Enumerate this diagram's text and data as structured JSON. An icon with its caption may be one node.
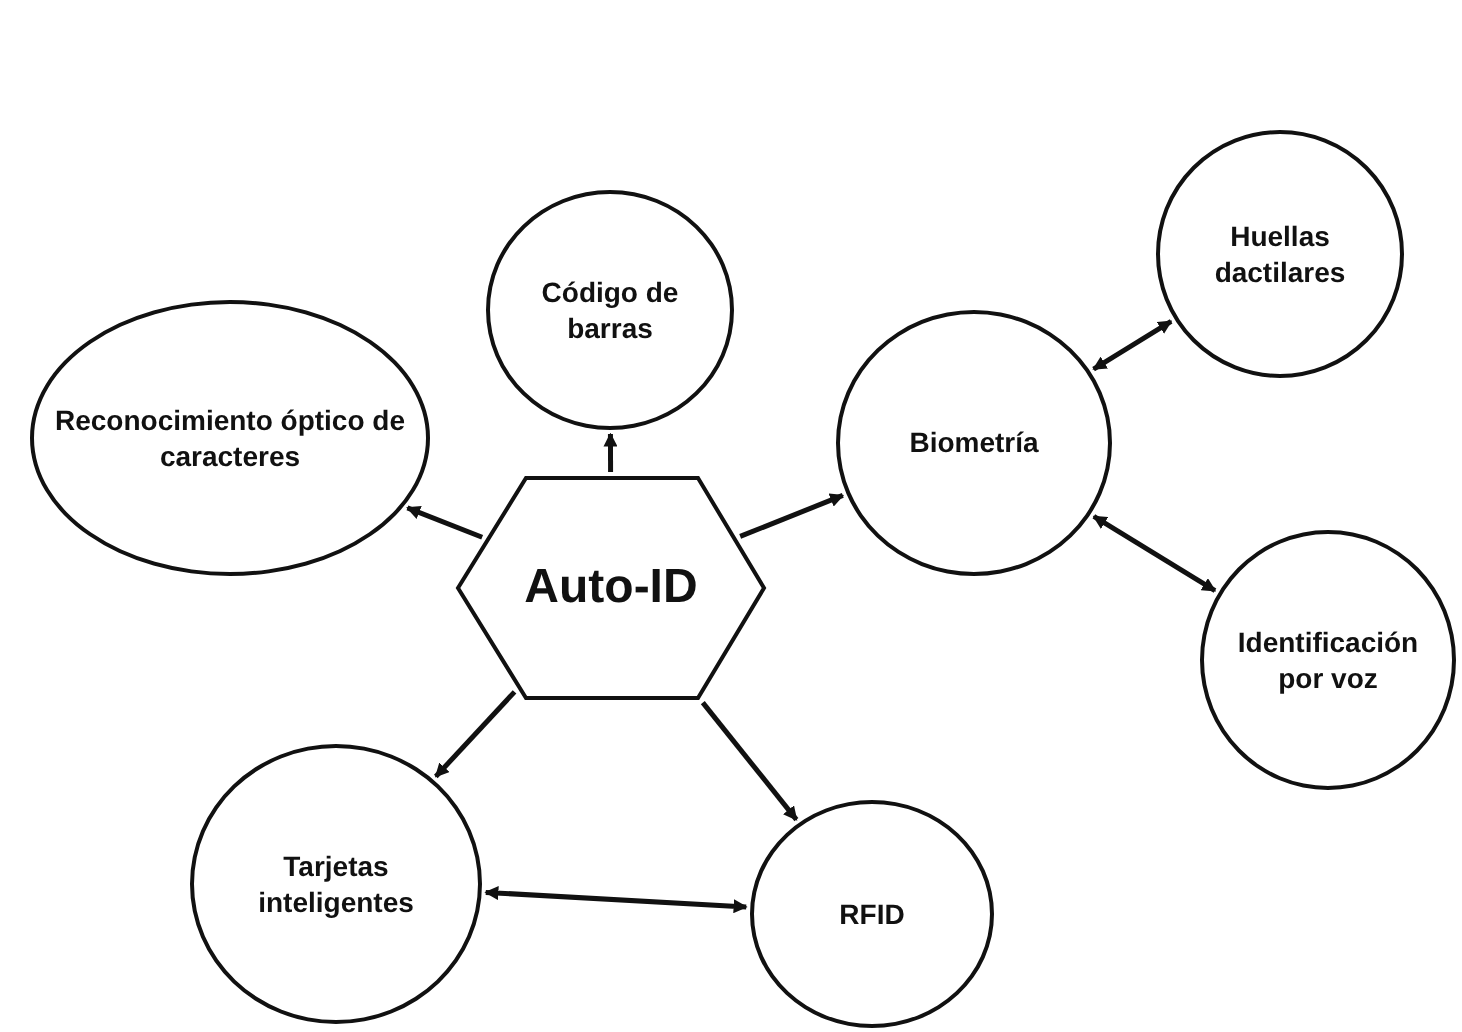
{
  "diagram": {
    "nodes": [
      {
        "text": [
          "Huellas dactilares"
        ]
      },
      {
        "text": [
          "Código de barras"
        ]
      },
      {
        "text": [
          "Reconocimiento óptico de caracteres"
        ]
      },
      {
        "text": [
          "Biometría"
        ]
      },
      {
        "text": [
          "Auto-ID"
        ]
      },
      {
        "text": [
          "Identificación por voz"
        ]
      },
      {
        "text": [
          "Tarjetas inteligentes"
        ]
      },
      {
        "text": [
          "RFID"
        ]
      }
    ],
    "edges": [
      {
        "from": 4,
        "to": 1,
        "arrow": "to"
      },
      {
        "from": 4,
        "to": 2,
        "arrow": "to"
      },
      {
        "from": 4,
        "to": 3,
        "arrow": "to"
      },
      {
        "from": 4,
        "to": 6,
        "arrow": "to"
      },
      {
        "from": 4,
        "to": 7,
        "arrow": "to"
      },
      {
        "from": 3,
        "to": 0,
        "arrow": "both"
      },
      {
        "from": 3,
        "to": 5,
        "arrow": "both"
      },
      {
        "from": 6,
        "to": 7,
        "arrow": "both"
      }
    ]
  }
}
